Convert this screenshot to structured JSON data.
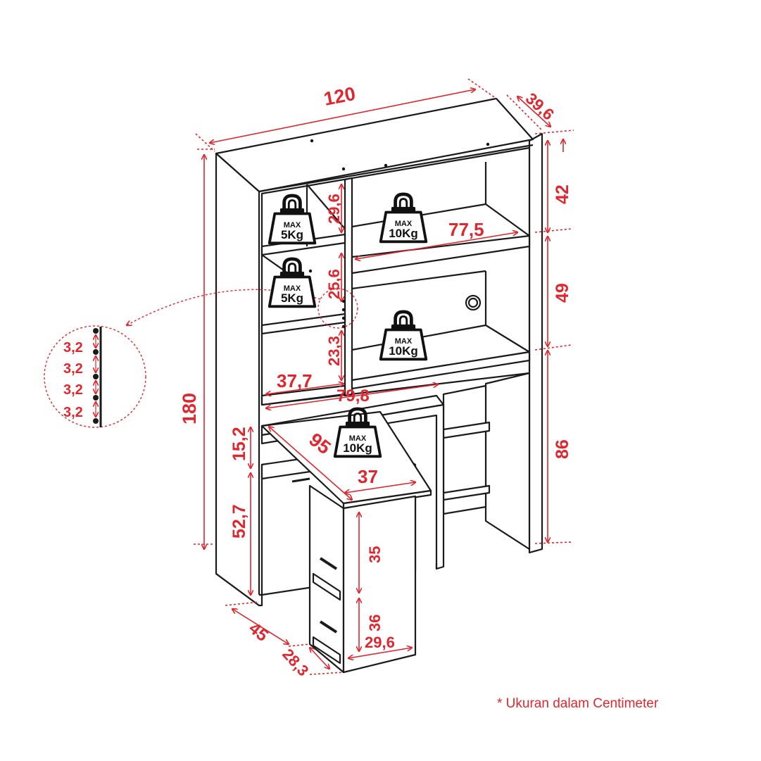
{
  "colors": {
    "dimension": "#e0262e",
    "outline": "#1a1a1a",
    "fill": "#ffffff"
  },
  "dimensions": {
    "width_total": "120",
    "depth_total": "39,6",
    "height_total": "180",
    "right_top": "42",
    "right_mid": "49",
    "right_bottom": "86",
    "shelf_width": "77,5",
    "left_shelf_1": "29,6",
    "left_shelf_2": "25,6",
    "left_shelf_3": "23,3",
    "left_width": "37,7",
    "desk_width": "79,8",
    "desk_height_gap": "15,2",
    "desk_length": "95",
    "desk_depth": "37",
    "lower_height": "52,7",
    "base_depth": "45",
    "leg_depth": "28,3",
    "leg_upper": "35",
    "leg_lower": "36",
    "leg_width": "29,6"
  },
  "hole_spacing": [
    "3,2",
    "3,2",
    "3,2",
    "3,2"
  ],
  "weights": [
    {
      "max_label": "MAX",
      "value": "5Kg"
    },
    {
      "max_label": "MAX",
      "value": "5Kg"
    },
    {
      "max_label": "MAX",
      "value": "10Kg"
    },
    {
      "max_label": "MAX",
      "value": "10Kg"
    },
    {
      "max_label": "MAX",
      "value": "10Kg"
    }
  ],
  "note": "* Ukuran dalam Centimeter"
}
